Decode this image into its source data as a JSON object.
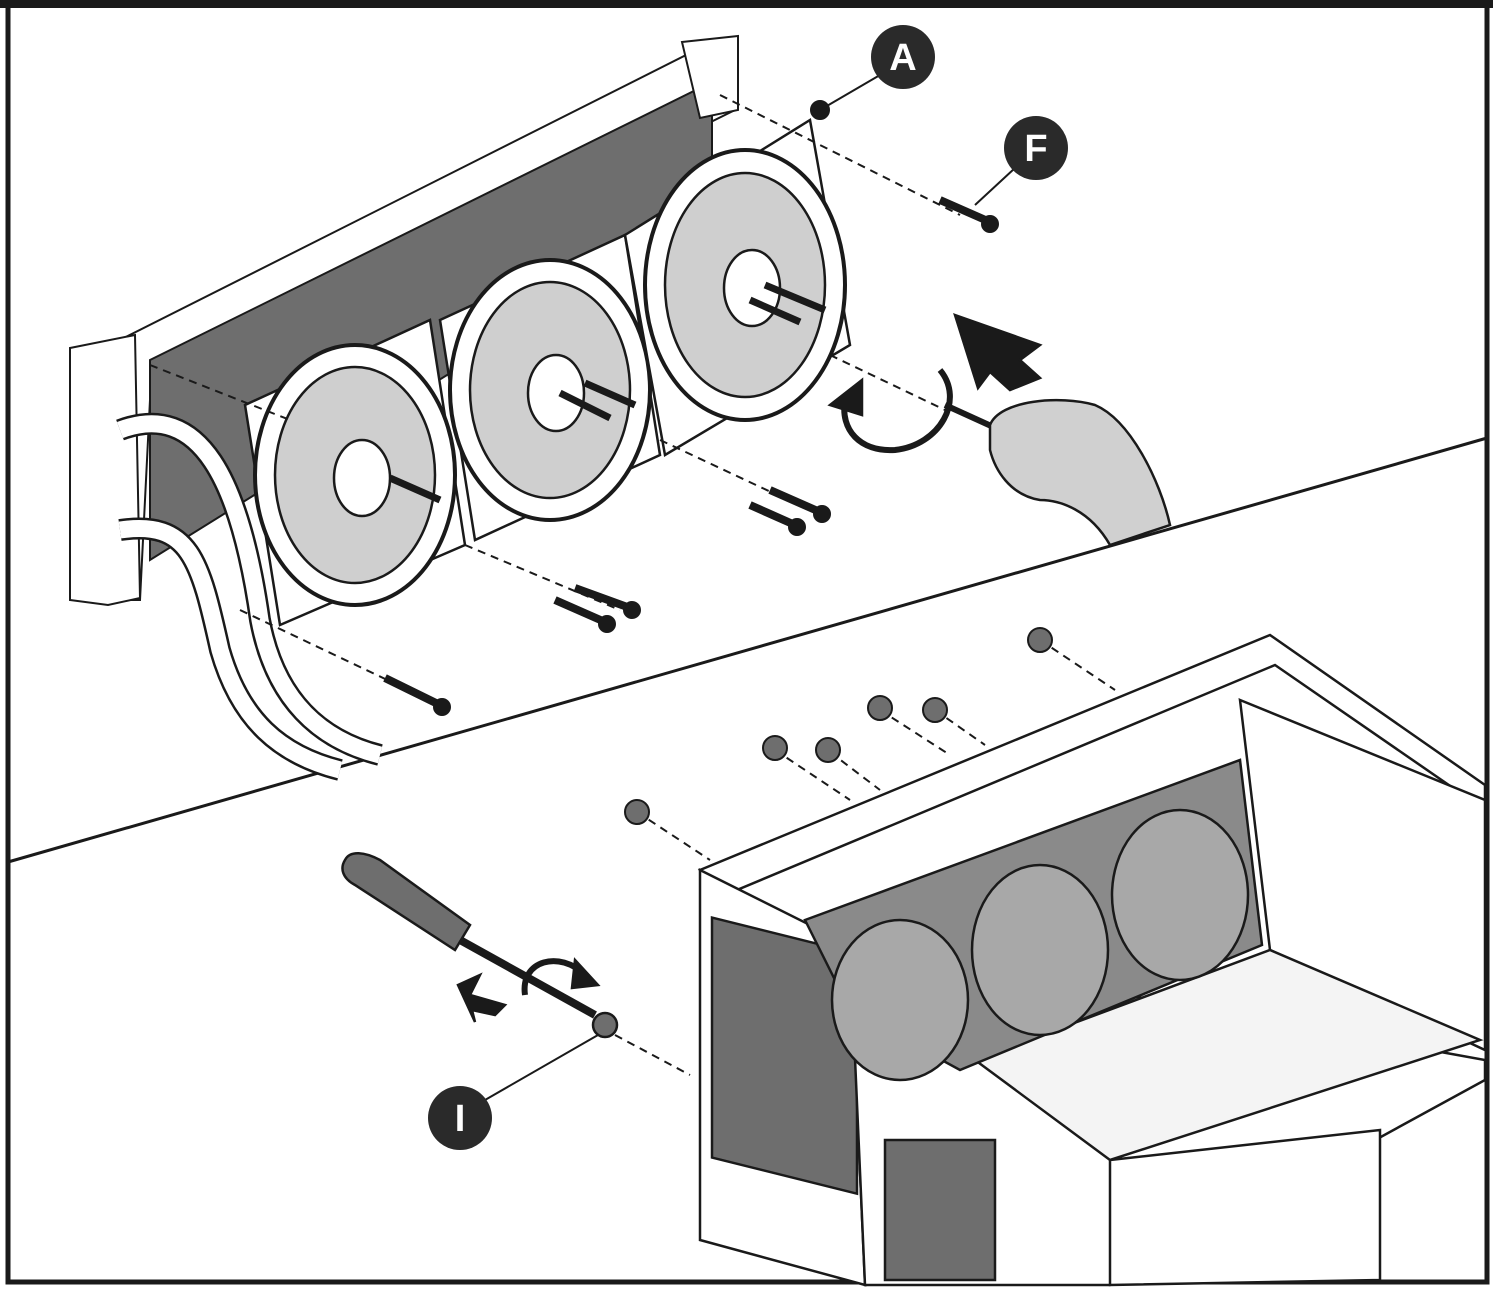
{
  "callouts": {
    "a": "A",
    "f": "F",
    "i": "I"
  },
  "colors": {
    "line": "#1a1a1a",
    "fill_light": "#ffffff",
    "fill_mid": "#cfcfcf",
    "fill_dark": "#6e6e6e",
    "callout_bg": "#2a2a2a",
    "hand_fill": "#d0d0d0"
  }
}
